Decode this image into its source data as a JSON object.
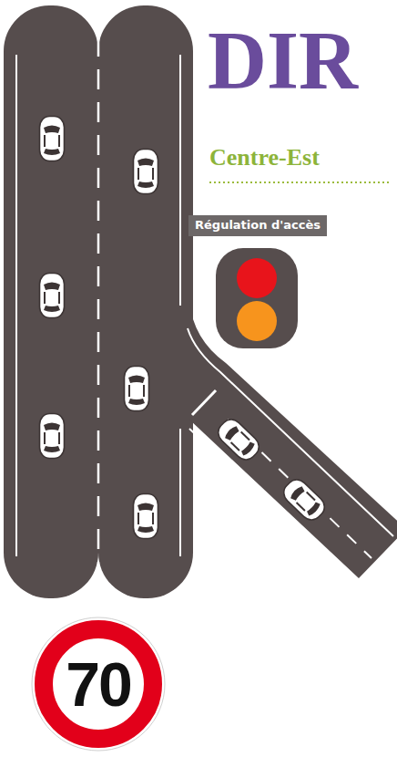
{
  "diagram": {
    "nodes": [
      {
        "text": [
          "Régulation d'accès"
        ]
      },
      {
        "text": [
          "70"
        ]
      }
    ],
    "labels": [
      "DIR",
      "Centre-Est"
    ]
  }
}
